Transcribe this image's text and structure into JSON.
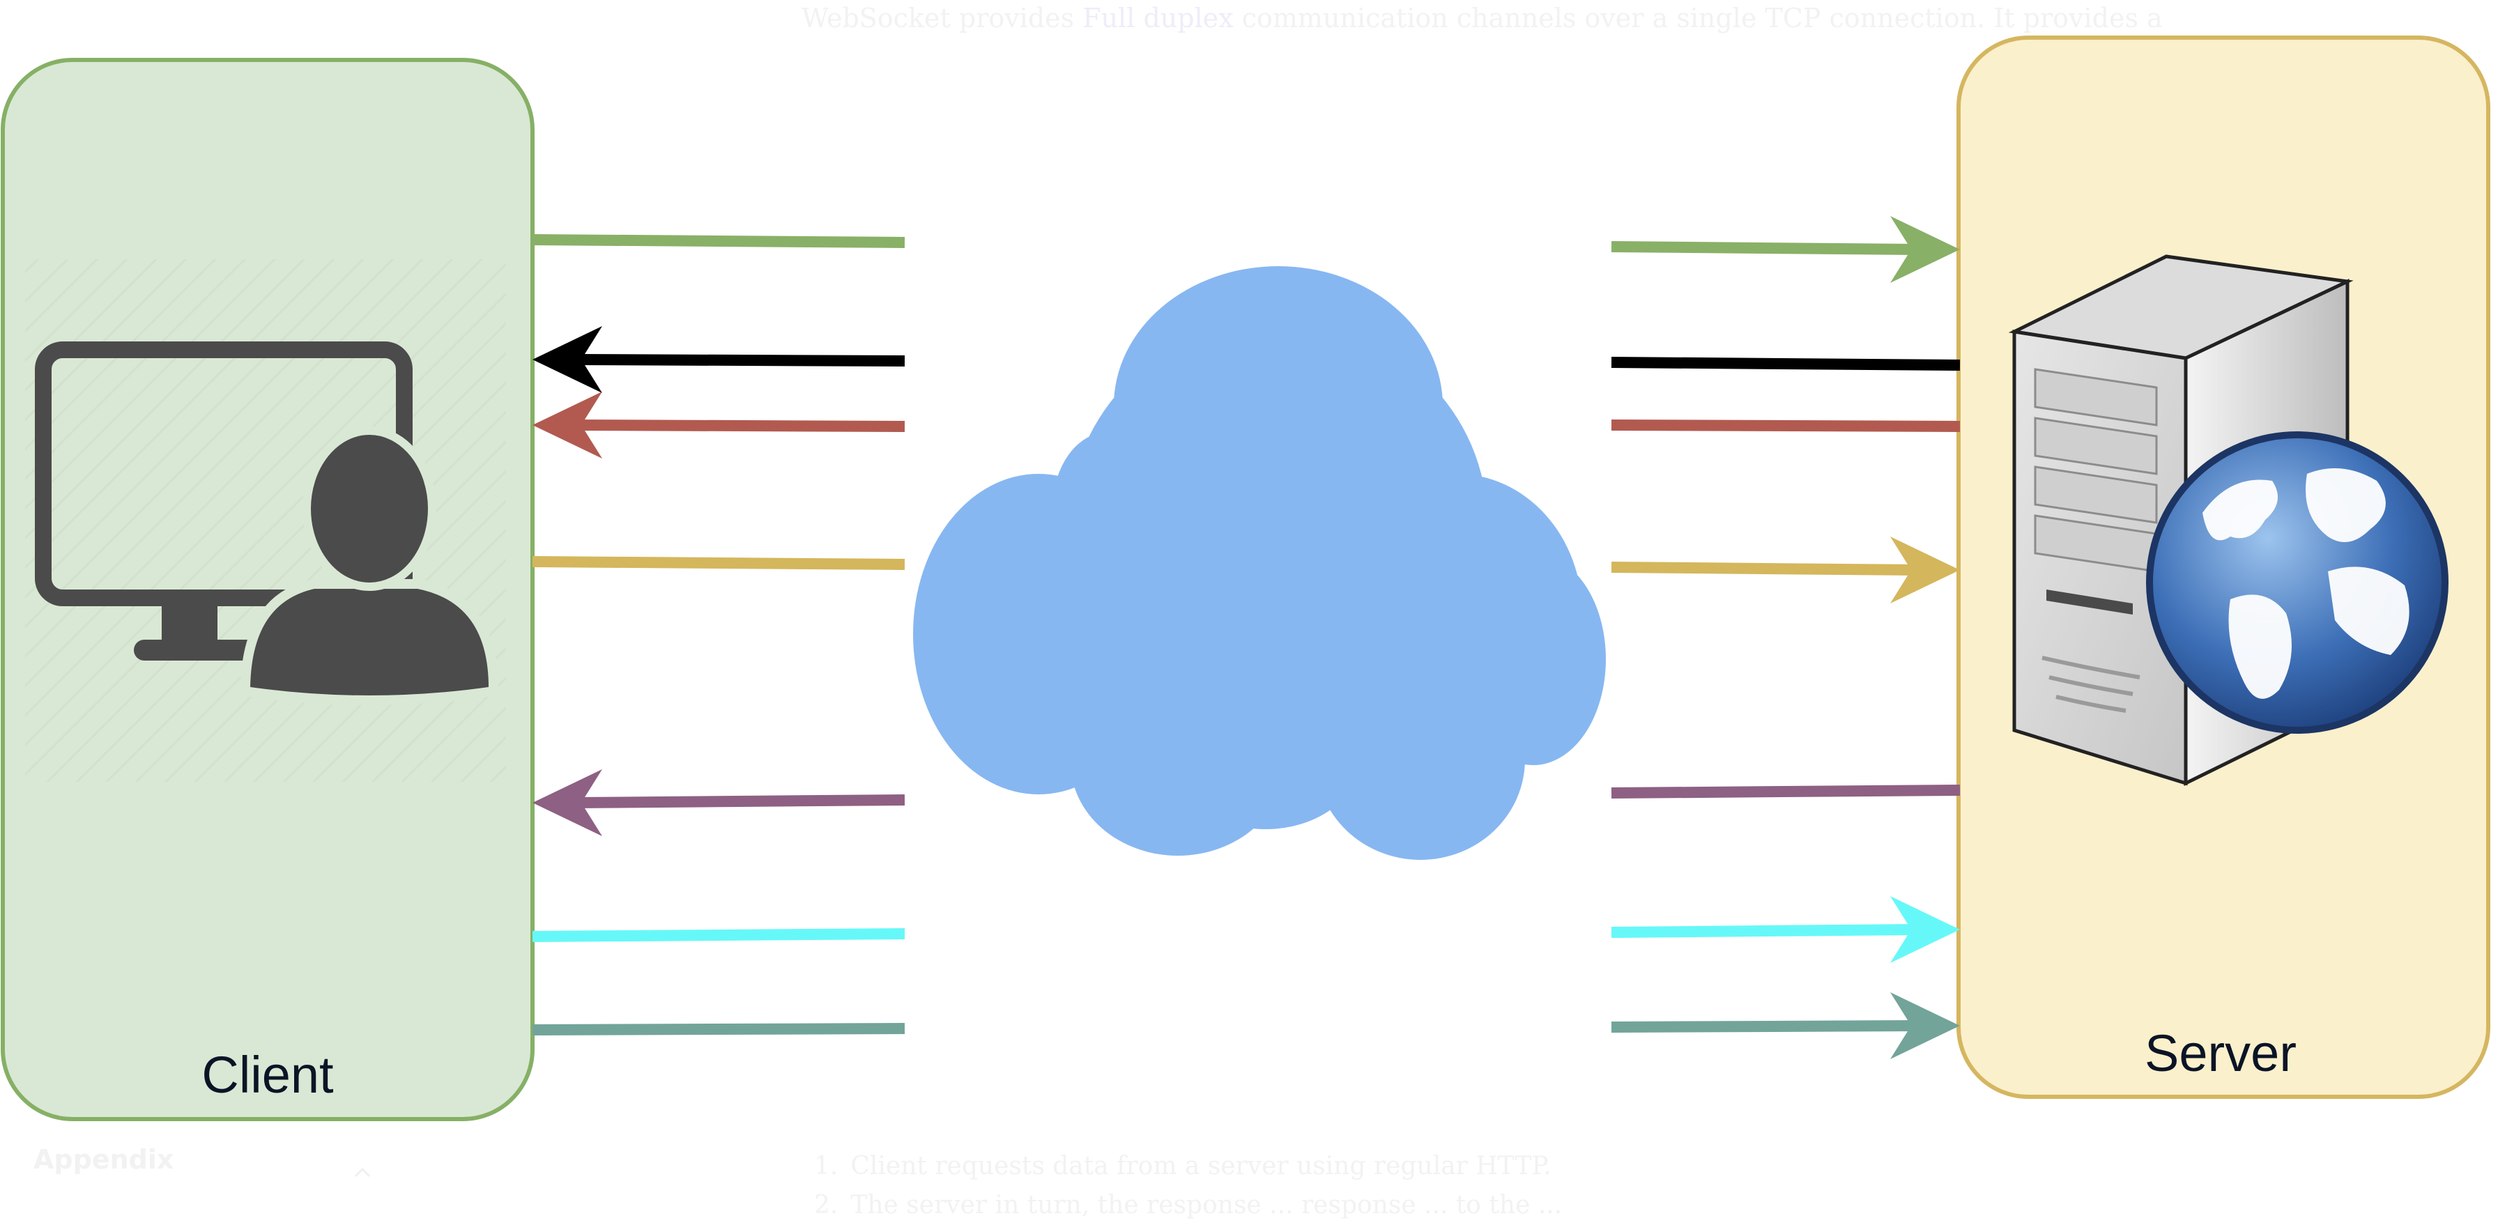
{
  "background": {
    "intro_prefix": "WebSocket provides ",
    "intro_link": "Full duplex",
    "intro_suffix": " communication channels over a single TCP connection. It provides a",
    "list_items": [
      {
        "num": "1.",
        "text": "Client requests data from a server using regular HTTP."
      },
      {
        "num": "2.",
        "text": "The server in turn, the response ... response ... to the ..."
      }
    ],
    "appendix_label": "Appendix"
  },
  "diagram": {
    "client": {
      "label": "Client",
      "fill": "#d9e8d4",
      "stroke": "#86b066"
    },
    "server": {
      "label": "Server",
      "fill": "#fbf0cc",
      "stroke": "#d5b660"
    },
    "cloud_color": "#87b7f1",
    "icons": [
      "user-at-computer-icon",
      "server-with-globe-icon",
      "cloud-icon"
    ],
    "arrows": [
      {
        "id": "green",
        "color": "#89b067",
        "direction": "to-server"
      },
      {
        "id": "black",
        "color": "#000000",
        "direction": "to-client"
      },
      {
        "id": "red",
        "color": "#b25a50",
        "direction": "to-client"
      },
      {
        "id": "yellow",
        "color": "#d4b65c",
        "direction": "to-server"
      },
      {
        "id": "purple",
        "color": "#8e6083",
        "direction": "to-client"
      },
      {
        "id": "cyan",
        "color": "#66f8f8",
        "direction": "to-server"
      },
      {
        "id": "teal",
        "color": "#72a49a",
        "direction": "to-server"
      }
    ]
  }
}
